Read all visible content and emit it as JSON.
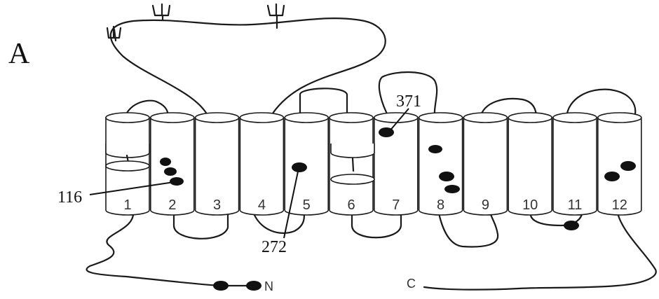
{
  "panel_label": "A",
  "helix_labels": [
    "1",
    "2",
    "3",
    "4",
    "5",
    "6",
    "7",
    "8",
    "9",
    "10",
    "11",
    "12"
  ],
  "terminus_labels": {
    "n": "N",
    "c": "C"
  },
  "residue_labels": [
    "116",
    "272",
    "371"
  ],
  "glycosylation_icon": "glycan-branch-icon",
  "colors": {
    "stroke": "#1a1a1a",
    "residue_dot": "#111111",
    "background": "#ffffff"
  }
}
